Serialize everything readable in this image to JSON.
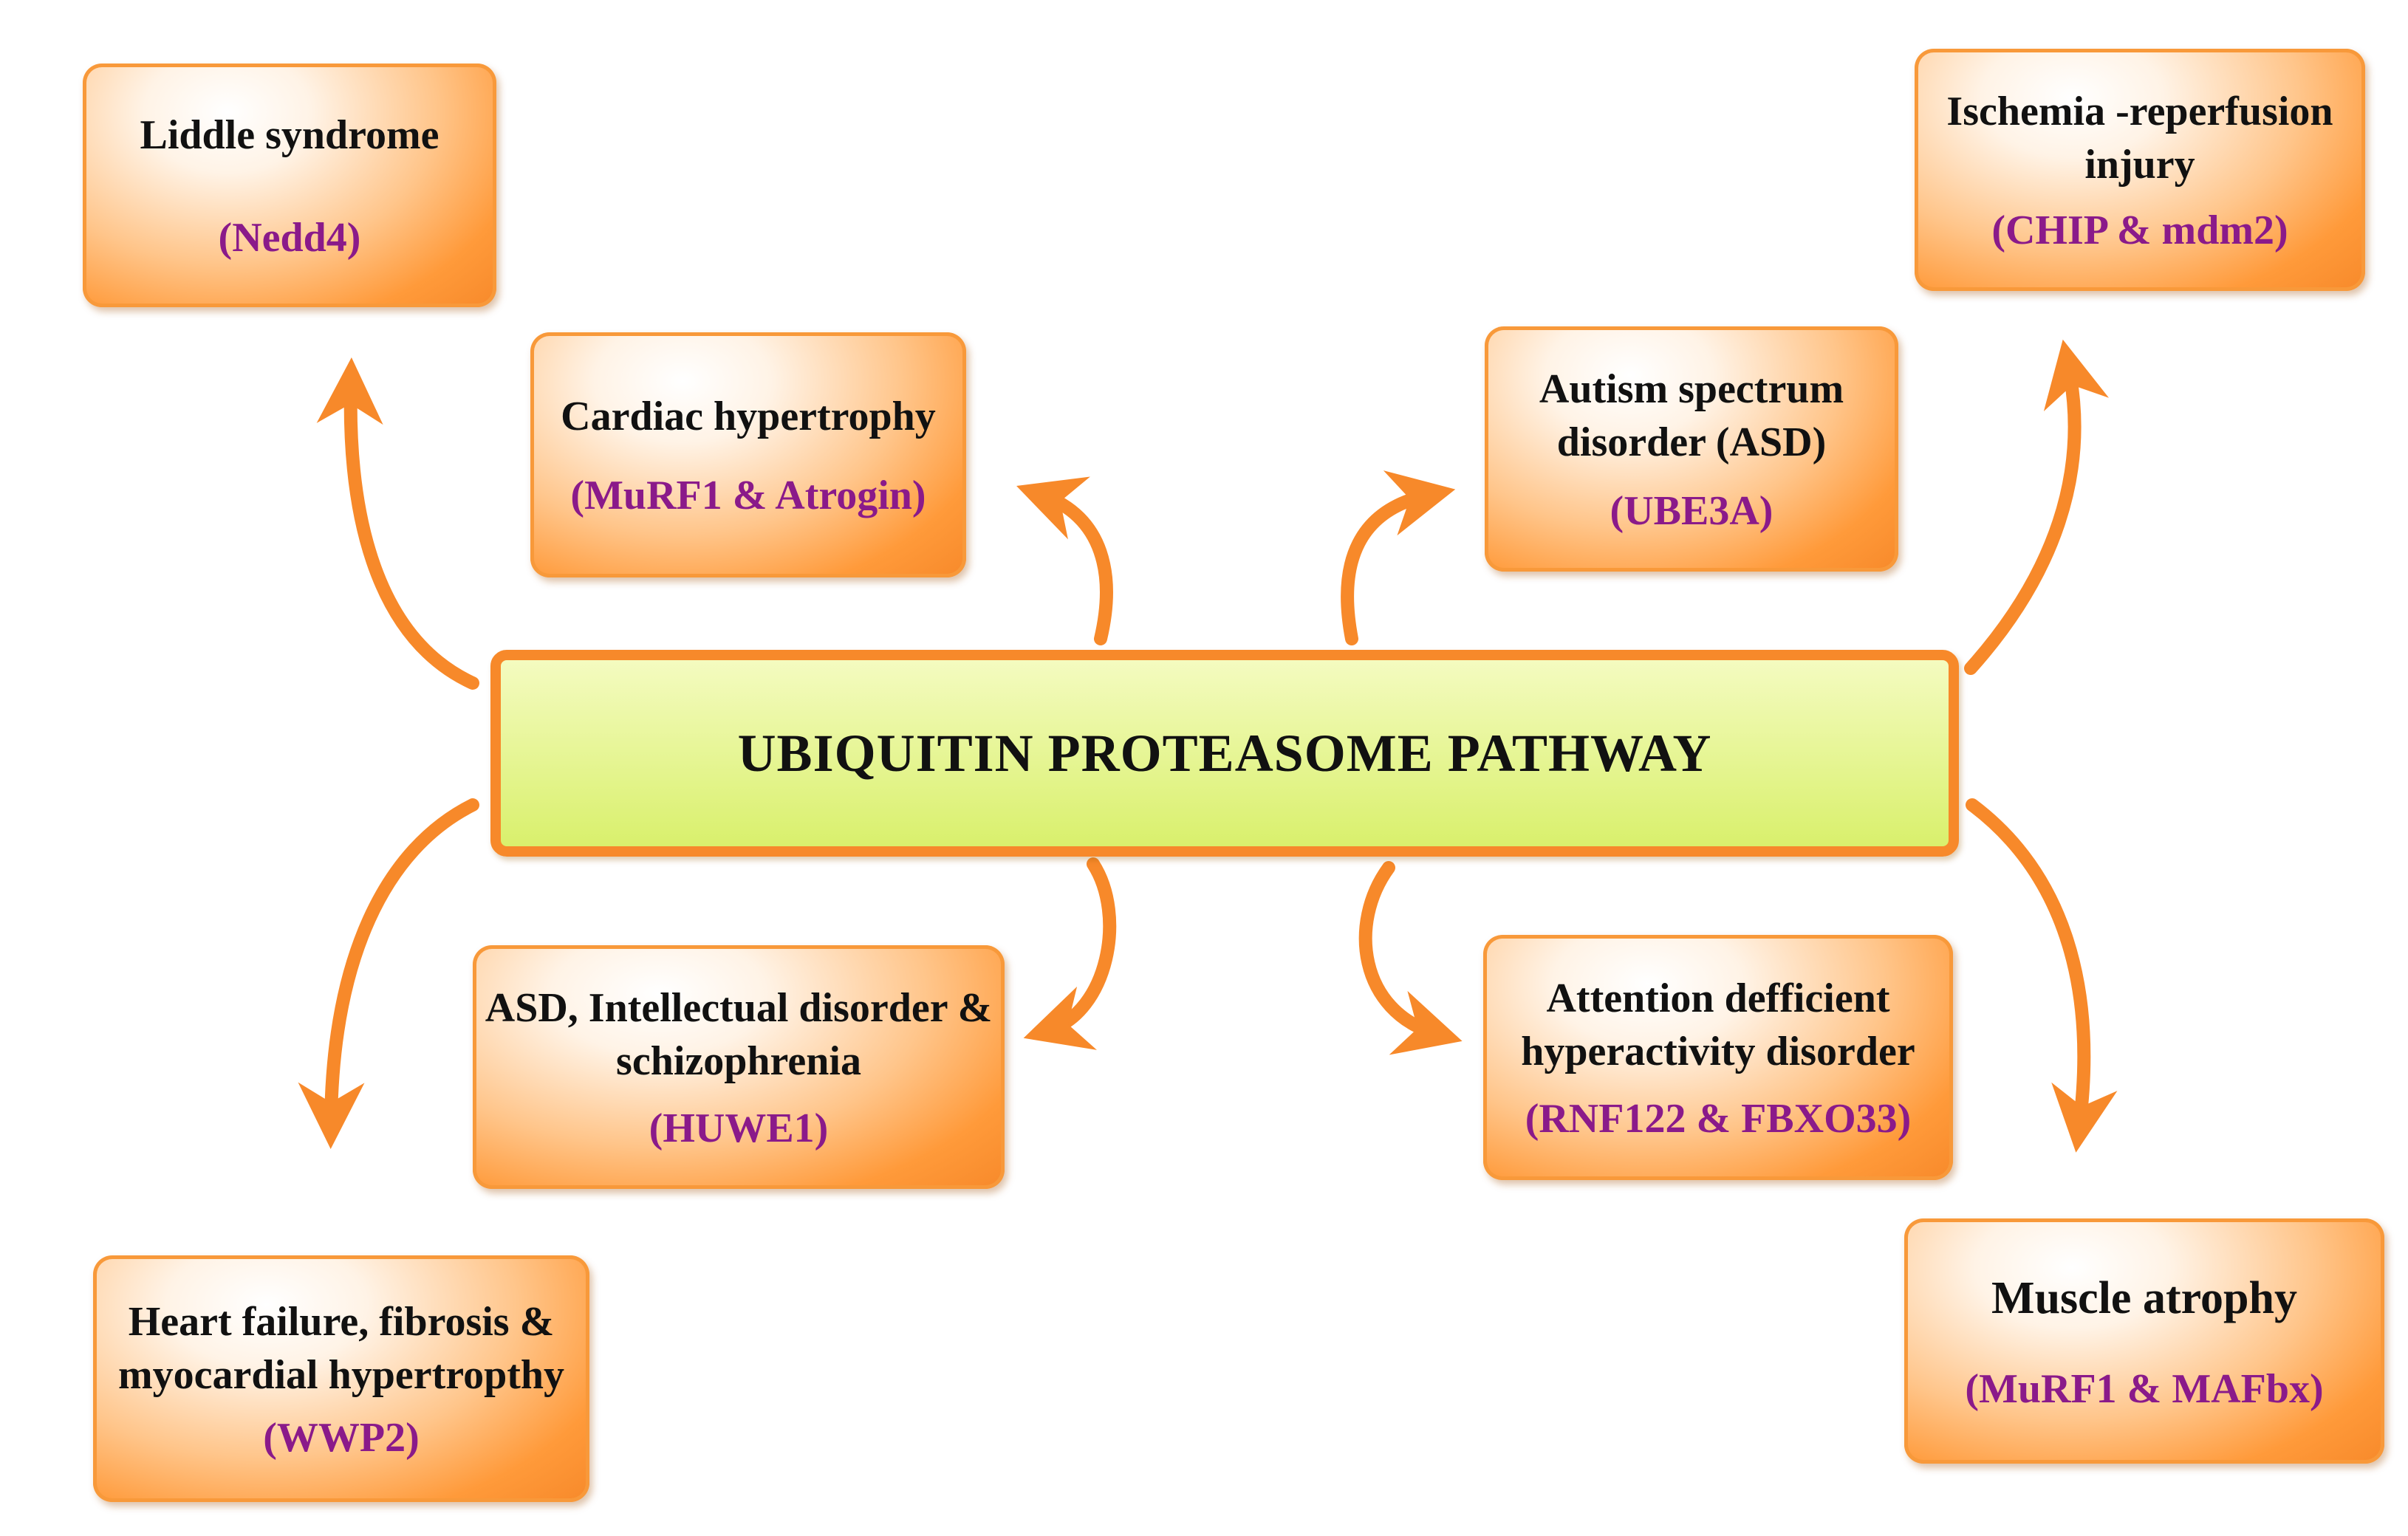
{
  "center": {
    "label": "UBIQUITIN PROTEASOME PATHWAY"
  },
  "boxes": {
    "liddle": {
      "title": "Liddle syndrome",
      "gene": "(Nedd4)"
    },
    "cardiac": {
      "title": "Cardiac hypertrophy",
      "gene": "(MuRF1 & Atrogin)"
    },
    "autism": {
      "title": "Autism spectrum disorder (ASD)",
      "gene": "(UBE3A)"
    },
    "ischemia": {
      "title": "Ischemia -reperfusion injury",
      "gene": "(CHIP & mdm2)"
    },
    "asd_id": {
      "title": "ASD, Intellectual disorder & schizophrenia",
      "gene": "(HUWE1)"
    },
    "adhd": {
      "title": "Attention defficient hyperactivity disorder",
      "gene": "(RNF122 & FBXO33)"
    },
    "heart_failure": {
      "title": "Heart failure, fibrosis & myocardial hypertropthy",
      "gene": "(WWP2)"
    },
    "muscle": {
      "title": "Muscle atrophy",
      "gene": "(MuRF1 & MAFbx)"
    }
  },
  "colors": {
    "arrow": "#f7892a",
    "box_border": "#f8993a",
    "gene_text": "#8a1a8a",
    "center_fill": "#e4f48a"
  }
}
